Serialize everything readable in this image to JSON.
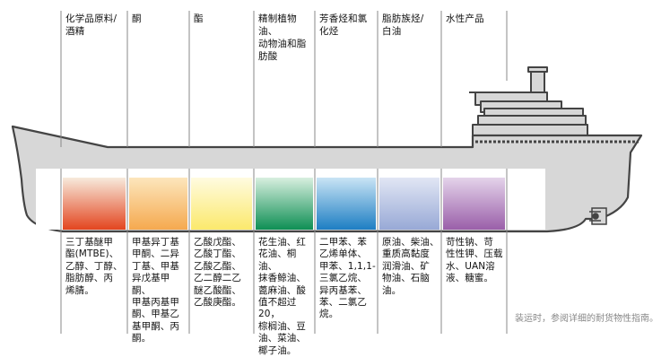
{
  "categories": [
    {
      "id": "chem",
      "label": "化学品原料/\n酒精",
      "desc": "三丁基醚甲\n酯(MTBE)、\n乙醇、丁醇、\n脂肪醇、丙\n烯腈。",
      "top_color": "#f7eadc",
      "bottom_color": "#e3451f"
    },
    {
      "id": "ketone",
      "label": "酮",
      "desc": "甲基异丁基\n甲酮、二异\n丁基、甲基\n异戊基甲酮、\n甲基丙基甲\n酮、甲基乙\n基甲酮、丙\n酮。",
      "top_color": "#fce6bc",
      "bottom_color": "#f5a94f"
    },
    {
      "id": "ester",
      "label": "酯",
      "desc": "乙酸戊酯、\n乙酸丁酯、\n乙酸乙酯、\n乙二醇二乙\n醚乙酸酯、\n乙酸庚酯。",
      "top_color": "#fffbe0",
      "bottom_color": "#fbe96c"
    },
    {
      "id": "oils",
      "label": "精制植物油、\n动物油和脂\n肪酸",
      "desc": "花生油、红\n花油、桐油、\n抹香鲸油、\n蓖麻油、酸\n值不超过20，\n棕榈油、豆\n油、菜油、\n椰子油。",
      "top_color": "#d8efdf",
      "bottom_color": "#0e8f54"
    },
    {
      "id": "aromatic",
      "label": "芳香烃和氯\n化烃",
      "desc": "二甲苯、苯\n乙烯单体、\n甲苯、1,1,1-\n三氯乙烷、\n异丙基苯、\n苯、二氯乙\n烷。",
      "top_color": "#c9e4f5",
      "bottom_color": "#1d7ec3"
    },
    {
      "id": "aliphatic",
      "label": "脂肪族烃/\n白油",
      "desc": "原油、柴油、\n重质高黏度\n润滑油、矿\n物油、石脑\n油。",
      "top_color": "#e1e6f4",
      "bottom_color": "#98a9d6"
    },
    {
      "id": "aqueous",
      "label": "水性产品",
      "desc": "苛性钠、苛\n性性钾、压载\n水、UAN溶\n液、糖蜜。",
      "top_color": "#e4d3ea",
      "bottom_color": "#9a5fa9"
    }
  ],
  "footnote": "装运时，参阅详细的耐货物性指南。",
  "colors": {
    "hull_fill": "#d7d7d7",
    "hull_stroke": "#444444",
    "divider": "#777777",
    "hold_white": "#ffffff"
  }
}
